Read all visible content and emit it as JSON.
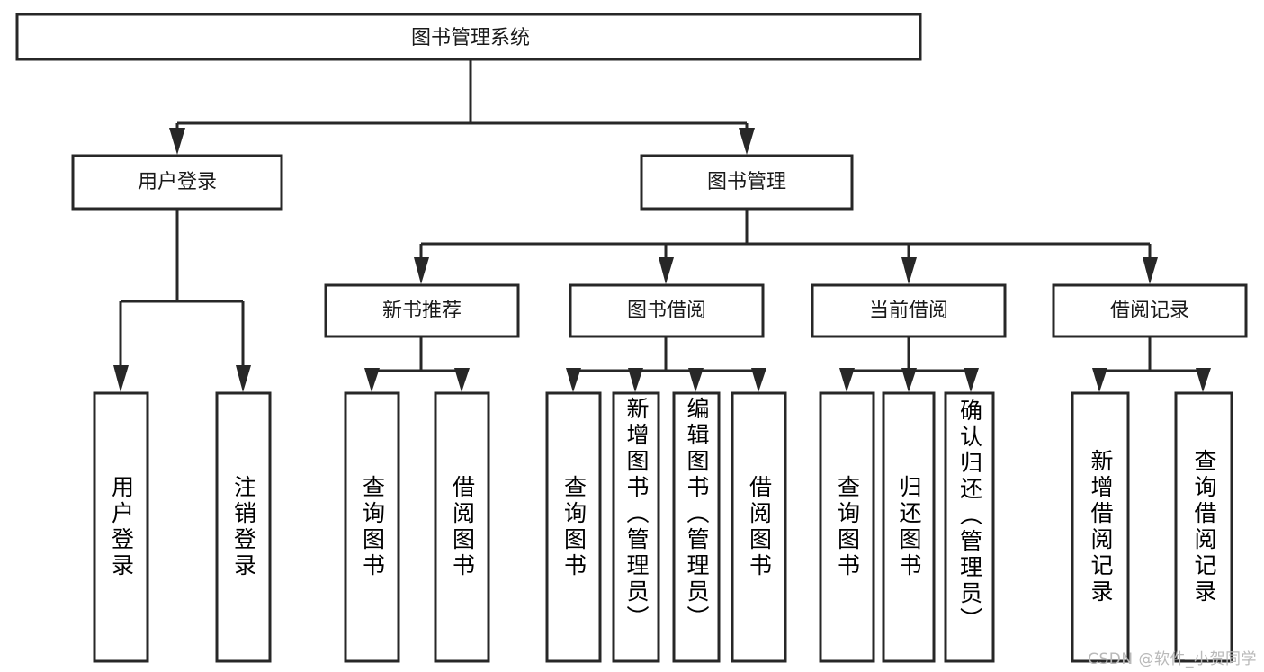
{
  "diagram": {
    "type": "tree-hierarchy",
    "title": "图书管理系统",
    "orientation": "top-down",
    "colors": {
      "stroke": "#272727",
      "fill": "#ffffff",
      "text": "#1a1a1a",
      "watermark": "#b9b9b9"
    },
    "nodes": {
      "root": {
        "label": "图书管理系统",
        "level": 0
      },
      "level1": [
        {
          "id": "user-login",
          "label": "用户登录"
        },
        {
          "id": "book-manage",
          "label": "图书管理"
        }
      ],
      "level2": [
        {
          "id": "new-book-recommend",
          "label": "新书推荐",
          "parent": "book-manage"
        },
        {
          "id": "book-borrow",
          "label": "图书借阅",
          "parent": "book-manage"
        },
        {
          "id": "current-borrow",
          "label": "当前借阅",
          "parent": "book-manage"
        },
        {
          "id": "borrow-record",
          "label": "借阅记录",
          "parent": "book-manage"
        }
      ],
      "leaves": [
        {
          "id": "leaf-user-login",
          "label": "用户登录",
          "parent": "user-login"
        },
        {
          "id": "leaf-logout-login",
          "label": "注销登录",
          "parent": "user-login"
        },
        {
          "id": "leaf-query-book-1",
          "label": "查询图书",
          "parent": "new-book-recommend"
        },
        {
          "id": "leaf-borrow-book-1",
          "label": "借阅图书",
          "parent": "new-book-recommend"
        },
        {
          "id": "leaf-query-book-2",
          "label": "查询图书",
          "parent": "book-borrow"
        },
        {
          "id": "leaf-add-book",
          "label": "新增图书（管理员）",
          "parent": "book-borrow"
        },
        {
          "id": "leaf-edit-book",
          "label": "编辑图书（管理员）",
          "parent": "book-borrow"
        },
        {
          "id": "leaf-borrow-book-2",
          "label": "借阅图书",
          "parent": "book-borrow"
        },
        {
          "id": "leaf-query-book-3",
          "label": "查询图书",
          "parent": "current-borrow"
        },
        {
          "id": "leaf-return-book",
          "label": "归还图书",
          "parent": "current-borrow"
        },
        {
          "id": "leaf-confirm-return",
          "label": "确认归还（管理员）",
          "parent": "current-borrow"
        },
        {
          "id": "leaf-add-record",
          "label": "新增借阅记录",
          "parent": "borrow-record"
        },
        {
          "id": "leaf-query-record",
          "label": "查询借阅记录",
          "parent": "borrow-record"
        }
      ]
    }
  },
  "watermark": {
    "text": "CSDN @软件_小贺同学"
  }
}
